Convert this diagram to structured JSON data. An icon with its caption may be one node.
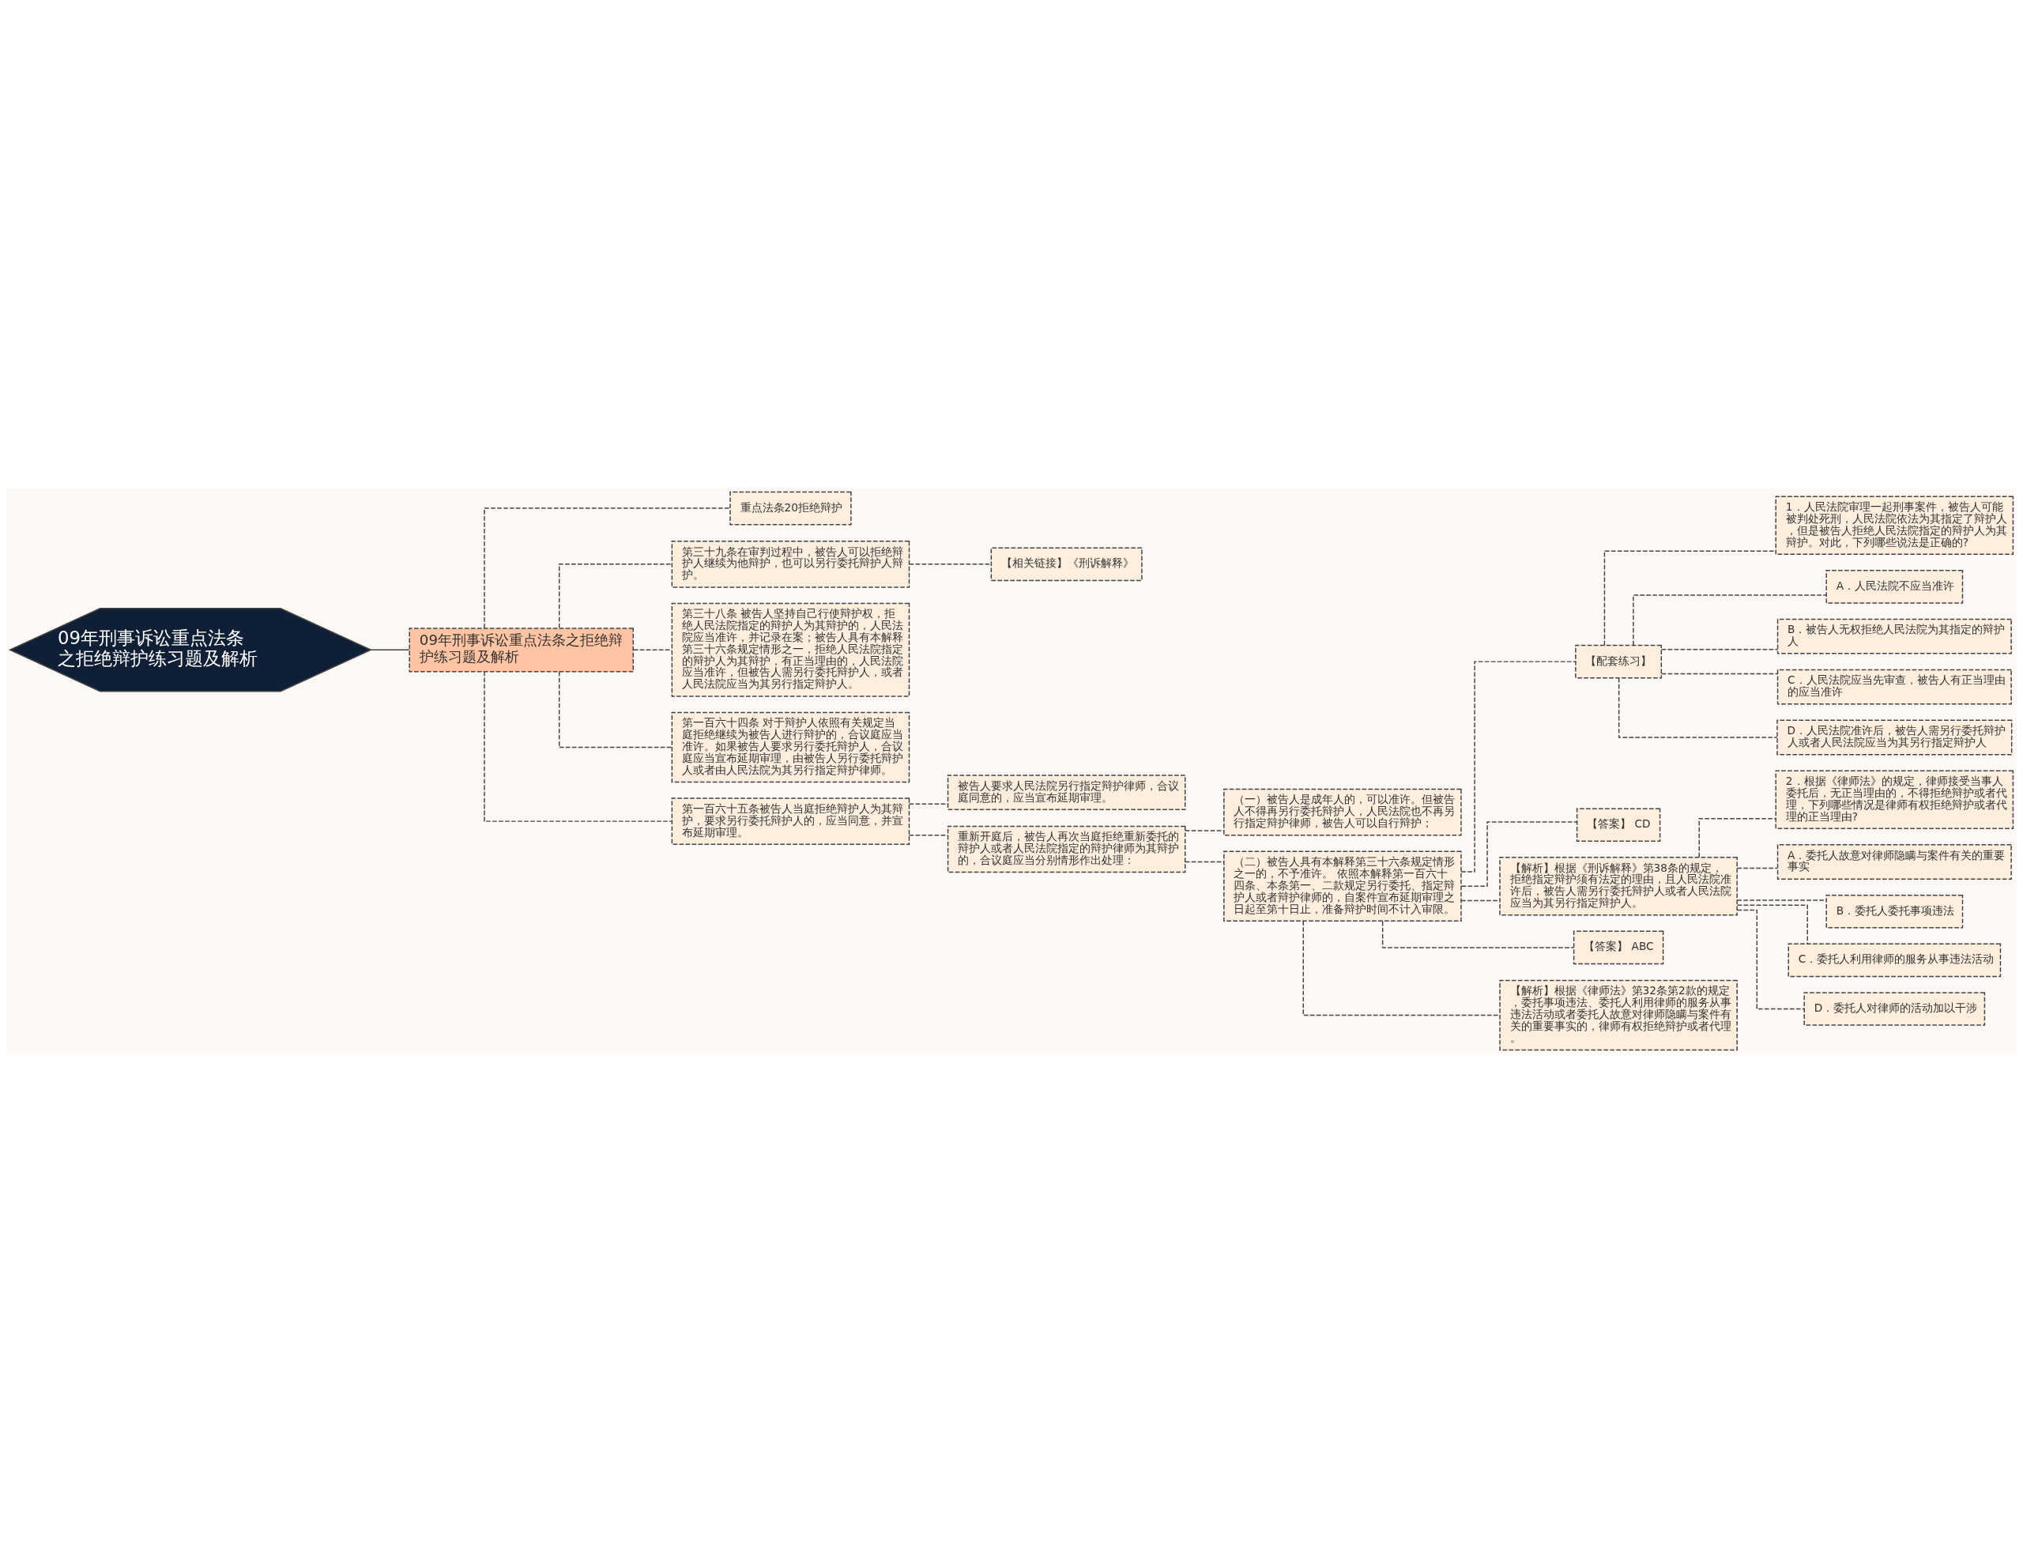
{
  "diagram": {
    "nodes": [
      {
        "text": [
          "09年刑事诉讼重点法条之拒绝辩护练习题及解析"
        ]
      },
      {
        "text": [
          "09年刑事诉讼重点法条之拒绝辩护练习题及解析"
        ]
      },
      {
        "text": [
          "重点法条20拒绝辩护"
        ]
      },
      {
        "text": [
          "第三十九条在审判过程中，被告人可以拒绝辩护人继续为他辩护，也可以另行委托辩护人辩护。"
        ]
      },
      {
        "text": [
          "【相关链接】《刑诉解释》"
        ]
      },
      {
        "text": [
          "第三十八条 被告人坚持自己行使辩护权，拒绝人民法院指定的辩护人为其辩护的，人民法院应当准许，并记录在案；被告人具有本解释第三十六条规定情形之一，拒绝人民法院指定的辩护人为其辩护，有正当理由的，人民法院应当准许，但被告人需另行委托辩护人，或者人民法院应当为其另行指定辩护人。"
        ]
      },
      {
        "text": [
          "第一百六十四条 对于辩护人依照有关规定当庭拒绝继续为被告人进行辩护的，合议庭应当准许。如果被告人要求另行委托辩护人，合议庭应当宣布延期审理，由被告人另行委托辩护人或者由人民法院为其另行指定辩护律师。"
        ]
      },
      {
        "text": [
          "第一百六十五条被告人当庭拒绝辩护人为其辩护，要求另行委托辩护人的，应当同意，并宣布延期审理。"
        ]
      },
      {
        "text": [
          "被告人要求人民法院另行指定辩护律师，合议庭同意的，应当宣布延期审理。"
        ]
      },
      {
        "text": [
          "重新开庭后，被告人再次当庭拒绝重新委托的辩护人或者人民法院指定的辩护律师为其辩护的，合议庭应当分别情形作出处理："
        ]
      },
      {
        "text": [
          "（一）被告人是成年人的，可以准许。但被告人不得再另行委托辩护人，人民法院也不再另行指定辩护律师，被告人可以自行辩护；"
        ]
      },
      {
        "text": [
          "（二）被告人具有本解释第三十六条规定情形之一的，不予准许。 依照本解释第一百六十四条、本条第一、二款规定另行委托、指定辩护人或者辩护律师的，自案件宣布延期审理之日起至第十日止，准备辩护时间不计入审限。"
        ]
      },
      {
        "text": [
          "【配套练习】"
        ]
      },
      {
        "text": [
          "1．人民法院审理一起刑事案件，被告人可能被判处死刑，人民法院依法为其指定了辩护人，但是被告人拒绝人民法院指定的辩护人为其辩护。对此，下列哪些说法是正确的?"
        ]
      },
      {
        "text": [
          "A．人民法院不应当准许"
        ]
      },
      {
        "text": [
          "B．被告人无权拒绝人民法院为其指定的辩护人"
        ]
      },
      {
        "text": [
          "C．人民法院应当先审查，被告人有正当理由的应当准许"
        ]
      },
      {
        "text": [
          "D．人民法院准许后，被告人需另行委托辩护人或者人民法院应当为其另行指定辩护人"
        ]
      },
      {
        "text": [
          "【答案】 CD"
        ]
      },
      {
        "text": [
          "【解析】根据《刑诉解释》第38条的规定，拒绝指定辩护须有法定的理由，且人民法院准许后，被告人需另行委托辩护人或者人民法院应当为其另行指定辩护人。"
        ]
      },
      {
        "text": [
          "2．根据《律师法》的规定，律师接受当事人委托后，无正当理由的，不得拒绝辩护或者代理，下列哪些情况是律师有权拒绝辩护或者代理的正当理由?"
        ]
      },
      {
        "text": [
          "A．委托人故意对律师隐瞒与案件有关的重要事实"
        ]
      },
      {
        "text": [
          "B．委托人委托事项违法"
        ]
      },
      {
        "text": [
          "C．委托人利用律师的服务从事违法活动"
        ]
      },
      {
        "text": [
          "D．委托人对律师的活动加以干涉"
        ]
      },
      {
        "text": [
          "【答案】 ABC"
        ]
      },
      {
        "text": [
          "【解析】根据《律师法》第32条第2款的规定，委托事项违法、委托人利用律师的服务从事违法活动或者委托人故意对律师隐瞒与案件有关的重要事实的，律师有权拒绝辩护或者代理。"
        ]
      }
    ],
    "edges": [
      {
        "from": 0,
        "to": 1,
        "arrow": "none"
      },
      {
        "from": 1,
        "to": 2,
        "arrow": "none",
        "style": "dashed"
      },
      {
        "from": 1,
        "to": 3,
        "arrow": "none",
        "style": "dashed"
      },
      {
        "from": 3,
        "to": 4,
        "arrow": "none",
        "style": "dashed"
      },
      {
        "from": 1,
        "to": 5,
        "arrow": "none",
        "style": "dashed"
      },
      {
        "from": 1,
        "to": 6,
        "arrow": "none",
        "style": "dashed"
      },
      {
        "from": 1,
        "to": 7,
        "arrow": "none",
        "style": "dashed"
      },
      {
        "from": 7,
        "to": 8,
        "arrow": "none",
        "style": "dashed"
      },
      {
        "from": 7,
        "to": 9,
        "arrow": "none",
        "style": "dashed"
      },
      {
        "from": 9,
        "to": 10,
        "arrow": "none",
        "style": "dashed"
      },
      {
        "from": 9,
        "to": 11,
        "arrow": "none",
        "style": "dashed"
      },
      {
        "from": 11,
        "to": 12,
        "arrow": "none",
        "style": "dashed"
      },
      {
        "from": 12,
        "to": 13,
        "arrow": "none",
        "style": "dashed"
      },
      {
        "from": 12,
        "to": 14,
        "arrow": "none",
        "style": "dashed"
      },
      {
        "from": 12,
        "to": 15,
        "arrow": "none",
        "style": "dashed"
      },
      {
        "from": 12,
        "to": 16,
        "arrow": "none",
        "style": "dashed"
      },
      {
        "from": 12,
        "to": 17,
        "arrow": "none",
        "style": "dashed"
      },
      {
        "from": 11,
        "to": 18,
        "arrow": "none",
        "style": "dashed"
      },
      {
        "from": 11,
        "to": 19,
        "arrow": "none",
        "style": "dashed"
      },
      {
        "from": 19,
        "to": 20,
        "arrow": "none",
        "style": "dashed"
      },
      {
        "from": 19,
        "to": 21,
        "arrow": "none",
        "style": "dashed"
      },
      {
        "from": 19,
        "to": 22,
        "arrow": "none",
        "style": "dashed"
      },
      {
        "from": 19,
        "to": 23,
        "arrow": "none",
        "style": "dashed"
      },
      {
        "from": 19,
        "to": 24,
        "arrow": "none",
        "style": "dashed"
      },
      {
        "from": 11,
        "to": 25,
        "arrow": "none",
        "style": "dashed"
      },
      {
        "from": 11,
        "to": 26,
        "arrow": "none",
        "style": "dashed"
      }
    ]
  }
}
